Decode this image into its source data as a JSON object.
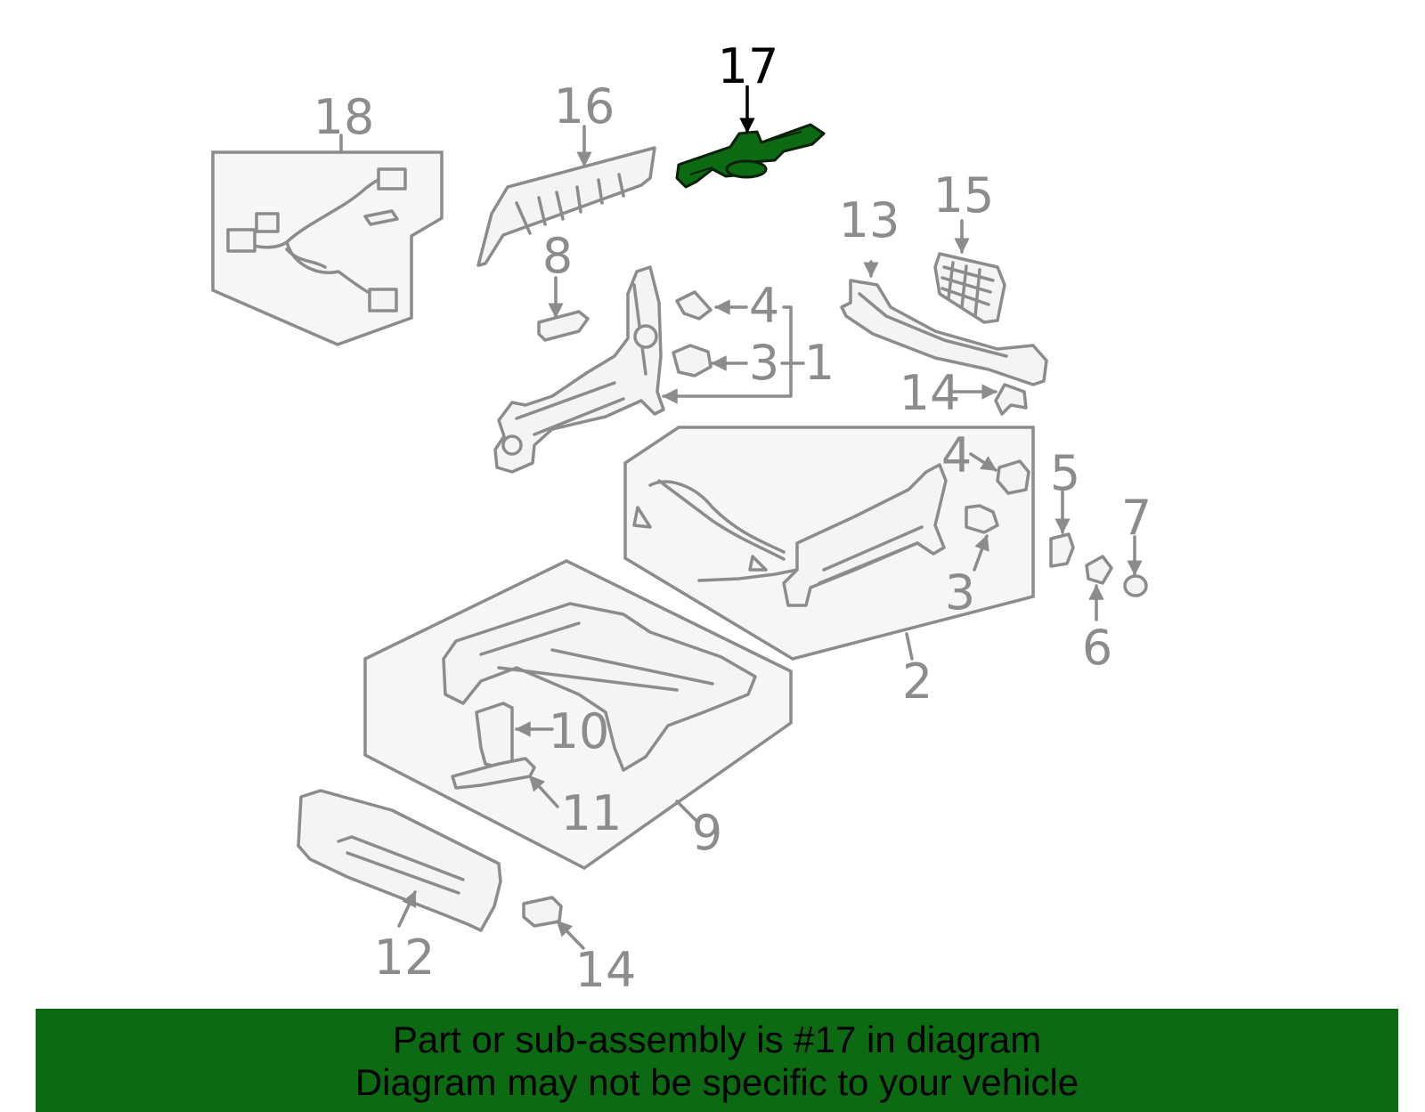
{
  "highlight_color": "#0b6a12",
  "labels": {
    "l1": "1",
    "l2": "2",
    "l3a": "3",
    "l3b": "3",
    "l4a": "4",
    "l4b": "4",
    "l5": "5",
    "l6": "6",
    "l7": "7",
    "l8": "8",
    "l9": "9",
    "l10": "10",
    "l11": "11",
    "l12": "12",
    "l13": "13",
    "l14a": "14",
    "l14b": "14",
    "l15": "15",
    "l16": "16",
    "l17": "17",
    "l18": "18"
  },
  "banner": {
    "line1": "Part or sub-assembly is #17 in diagram",
    "line2": "Diagram may not be specific to your vehicle"
  }
}
